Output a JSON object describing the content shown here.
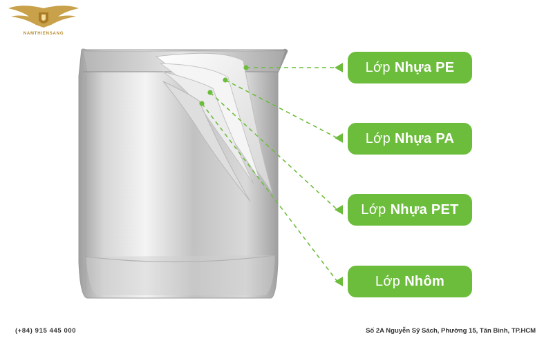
{
  "logo": {
    "brand_text": "NAMTHIENSANG",
    "icon": "winged-shield-logo"
  },
  "layers": [
    {
      "prefix": "Lớp",
      "name": "Nhựa PE"
    },
    {
      "prefix": "Lớp",
      "name": "Nhựa PA"
    },
    {
      "prefix": "Lớp",
      "name": "Nhựa PET"
    },
    {
      "prefix": "Lớp",
      "name": "Nhôm"
    }
  ],
  "footer": {
    "phone": "(+84) 915  445  000",
    "address": "Số 2A Nguyễn Sỹ Sách, Phường 15, Tân Bình, TP.HCM"
  },
  "colors": {
    "accent": "#6dbd3c",
    "logo_gold": "#b48a2e",
    "pouch_silver": "#c9c9c9",
    "leader_line": "#6dbd3c"
  }
}
